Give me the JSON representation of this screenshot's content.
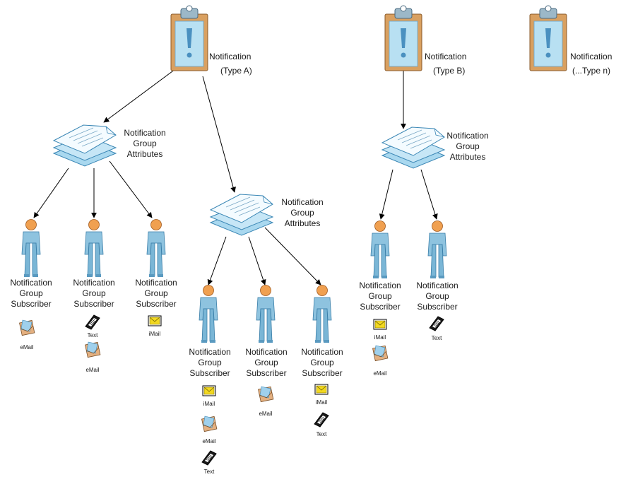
{
  "labels": {
    "notification": "Notification",
    "type_a": "(Type A)",
    "type_b": "(Type B)",
    "type_n": "(...Type n)",
    "group_l1": "Notification",
    "group_l2": "Group",
    "group_l3": "Attributes",
    "sub_l1": "Notification",
    "sub_l2": "Group",
    "sub_l3": "Subscriber"
  },
  "channels": {
    "email": "eMail",
    "imail": "iMail",
    "text": "Text"
  },
  "icons": {
    "notification": "clipboard-alert-icon",
    "group": "stacked-documents-icon",
    "subscriber": "person-icon",
    "email": "envelope-letter-icon",
    "imail": "yellow-mail-icon",
    "text": "mobile-phone-icon"
  },
  "colors": {
    "clipboard": "#d9a060",
    "paper_blue": "#a9d8ef",
    "person": "#8ec3df",
    "head": "#f0a050",
    "line": "#000000"
  }
}
